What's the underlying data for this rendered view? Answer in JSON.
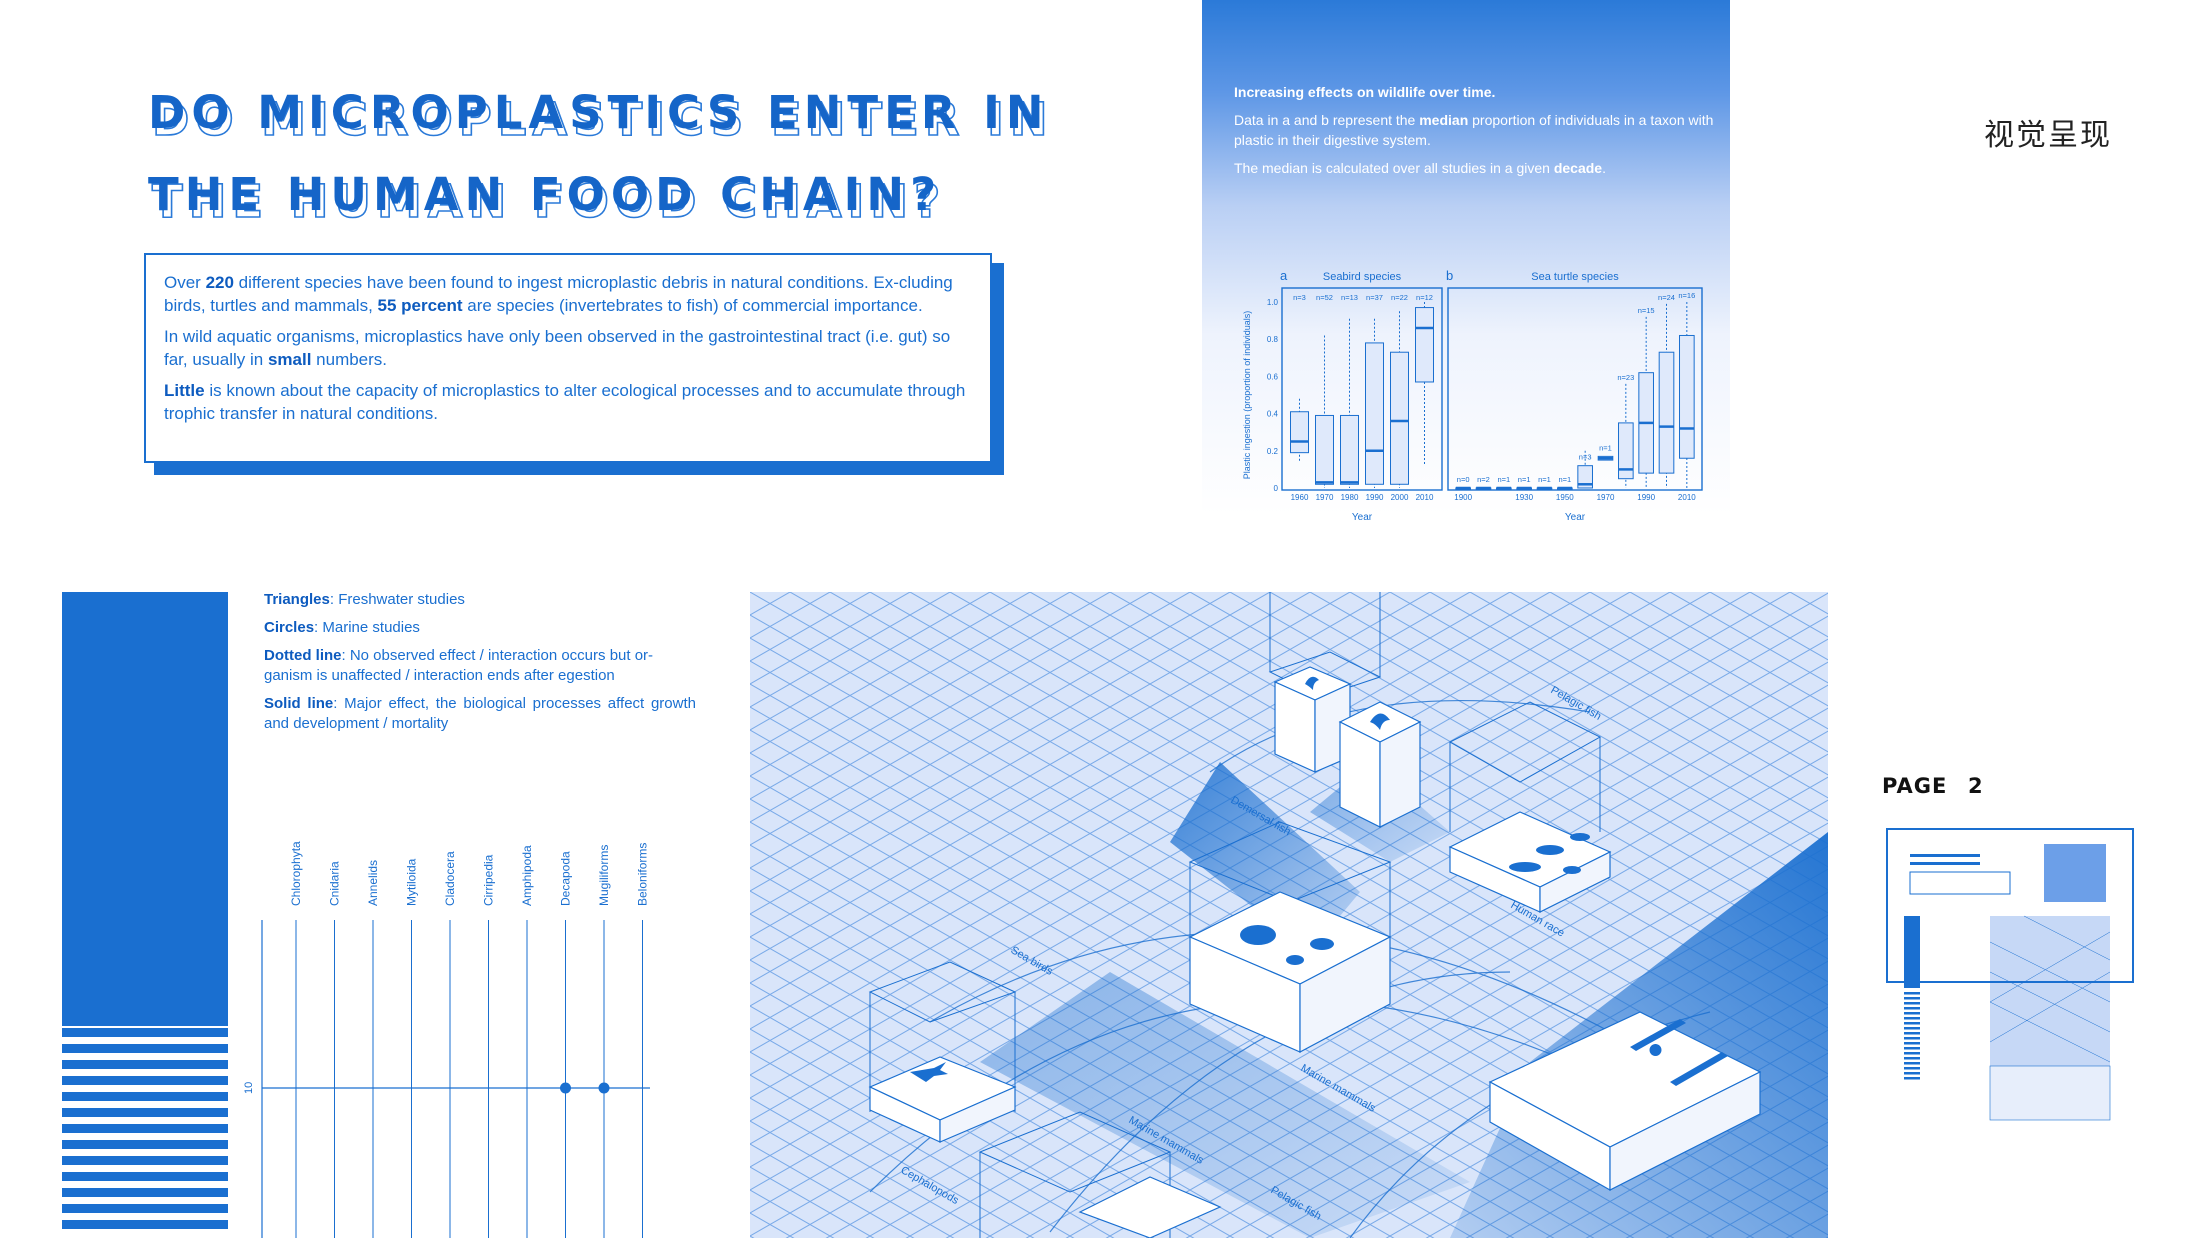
{
  "title": {
    "line1": "DO MICROPLASTICS ENTER IN",
    "line2": "THE HUMAN FOOD CHAIN?"
  },
  "intro": {
    "p1_a": "Over ",
    "p1_b": "220",
    "p1_c": " different species have been found to ingest microplastic debris in natural conditions. Ex-cluding birds, turtles and mammals, ",
    "p1_d": "55 percent",
    "p1_e": " are species (invertebrates to fish) of commercial importance.",
    "p2_a": "In wild aquatic organisms, microplastics have only been observed in the gastrointestinal tract (i.e. gut) so far, usually in ",
    "p2_b": "small",
    "p2_c": " numbers.",
    "p3_a": "Little",
    "p3_b": " is known about the capacity of microplastics to alter ecological processes and to accumulate through trophic transfer in natural conditions."
  },
  "top_panel": {
    "heading": "Increasing effects on wildlife over time.",
    "desc1_a": "Data in a and b represent the ",
    "desc1_b": "median",
    "desc1_c": " proportion of individuals in a taxon with plastic in their digestive system.",
    "desc2_a": "The median is calculated over all studies in a given ",
    "desc2_b": "decade",
    "desc2_c": "."
  },
  "chart_data": [
    {
      "type": "box",
      "panel_label": "a",
      "title": "Seabird species",
      "xlabel": "Year",
      "ylabel": "Plastic ingestion (proportion of individuals)",
      "ylim": [
        0,
        1.0
      ],
      "yticks": [
        "0",
        "0.2",
        "0.4",
        "0.6",
        "0.8",
        "1.0"
      ],
      "categories": [
        "1960",
        "1970",
        "1980",
        "1990",
        "2000",
        "2010"
      ],
      "n_labels": [
        "n=3",
        "n=52",
        "n=13",
        "n=37",
        "n=22",
        "n=12"
      ],
      "median": [
        0.25,
        0.03,
        0.03,
        0.2,
        0.36,
        0.86
      ],
      "q1": [
        0.19,
        0.02,
        0.02,
        0.02,
        0.02,
        0.57
      ],
      "q3": [
        0.41,
        0.39,
        0.39,
        0.78,
        0.73,
        0.97
      ],
      "whisker_low": [
        0.14,
        0.0,
        0.0,
        0.0,
        0.0,
        0.12
      ],
      "whisker_high": [
        0.48,
        0.82,
        0.91,
        0.91,
        0.95,
        1.0
      ]
    },
    {
      "type": "box",
      "panel_label": "b",
      "title": "Sea turtle species",
      "xlabel": "Year",
      "ylim": [
        0,
        1.0
      ],
      "categories": [
        "1900",
        "1910",
        "1920",
        "1930",
        "1940",
        "1950",
        "1960",
        "1970",
        "1980",
        "1990",
        "2000",
        "2010"
      ],
      "tick_labels": [
        "1900",
        "1930",
        "1950",
        "1970",
        "1990",
        "2010"
      ],
      "n_labels": [
        "n=0",
        "n=2",
        "n=1",
        "n=1",
        "n=1",
        "n=1",
        "n=3",
        "n=1",
        "n=23",
        "n=15",
        "n=24",
        "n=16"
      ],
      "median": [
        0,
        0,
        0,
        0,
        0,
        0,
        0.02,
        0.16,
        0.1,
        0.35,
        0.33,
        0.32
      ],
      "q1": [
        0,
        0,
        0,
        0,
        0,
        0,
        0.0,
        0.15,
        0.05,
        0.08,
        0.08,
        0.16
      ],
      "q3": [
        0,
        0,
        0,
        0,
        0,
        0,
        0.12,
        0.17,
        0.35,
        0.62,
        0.73,
        0.82
      ],
      "whisker_low": [
        0,
        0,
        0,
        0,
        0,
        0,
        0,
        0.15,
        0,
        0,
        0,
        0
      ],
      "whisker_high": [
        0,
        0,
        0,
        0,
        0,
        0,
        0.2,
        0.17,
        0.56,
        0.92,
        0.99,
        1.0
      ]
    }
  ],
  "heading_cn": "视觉呈现",
  "page": {
    "label": "PAGE",
    "number": "2"
  },
  "legend": {
    "triangles_label": "Triangles",
    "triangles_text": ": Freshwater studies",
    "circles_label": "Circles",
    "circles_text": ": Marine studies",
    "dotted_label": "Dotted line",
    "dotted_text": ": No observed effect / interaction occurs but or-ganism is unaffected / interaction ends after egestion",
    "solid_label": "Solid line",
    "solid_text": ": Major effect, the biological processes affect growth and development / mortality"
  },
  "taxa_chart": {
    "columns": [
      "Chlorophyta",
      "Cnidaria",
      "Annelids",
      "Mytiloida",
      "Cladocera",
      "Cirripedia",
      "Amphipoda",
      "Decapoda",
      "Mugiliforms",
      "Beloniforms"
    ],
    "ytick": "10",
    "marked_columns": [
      "Decapoda",
      "Mugiliforms"
    ]
  },
  "iso_labels": {
    "pelagic_fish_top": "Pelagic fish",
    "demersal_fish": "Demersal fish",
    "human_race": "Human race",
    "sea_birds": "Sea birds",
    "marine_mammals_1": "Marine mammals",
    "marine_mammals_2": "Marine mammals",
    "cephalopods": "Cephalopods",
    "pelagic_fish_bottom": "Pelagic fish"
  },
  "colors": {
    "accent": "#1a6fd0",
    "dark_accent": "#0d5bbf",
    "grid_bg": "#d6e3fa"
  }
}
